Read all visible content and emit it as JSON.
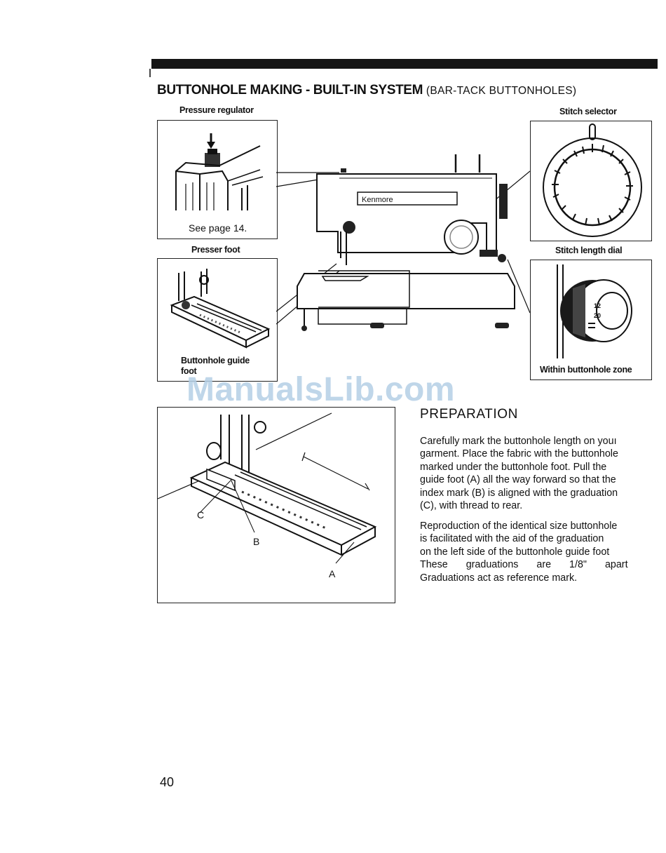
{
  "title": {
    "main": "BUTTONHOLE MAKING - BUILT-IN SYSTEM",
    "sub": "(BAR-TACK BUTTONHOLES)"
  },
  "labels": {
    "pressure_regulator": "Pressure regulator",
    "see_page": "See page 14.",
    "presser_foot": "Presser foot",
    "buttonhole_guide_foot_1": "Buttonhole guide",
    "buttonhole_guide_foot_2": "foot",
    "stitch_selector": "Stitch selector",
    "stitch_length_dial": "Stitch length dial",
    "within_buttonhole_zone": "Within buttonhole zone",
    "machine_brand": "Kenmore"
  },
  "diagram_letters": {
    "a": "A",
    "b": "B",
    "c": "C"
  },
  "preparation": {
    "heading": "PREPARATION",
    "paragraph1": [
      "Carefully mark the buttonhole length on youı",
      "garment. Place the fabric with the buttonhole",
      "marked under the buttonhole foot. Pull the",
      "guide foot (A) all the way forward so that the",
      "index mark (B) is aligned with the graduation",
      "(C), with thread to rear."
    ],
    "paragraph2": [
      "Reproduction of the identical size buttonhole",
      "is facilitated with the aid of the graduation",
      "on the left side of the buttonhole guide foot",
      "These graduations are 1/8\" apart",
      "Graduations act as reference mark."
    ]
  },
  "watermark": "ManualsLib.com",
  "page_number": "40"
}
